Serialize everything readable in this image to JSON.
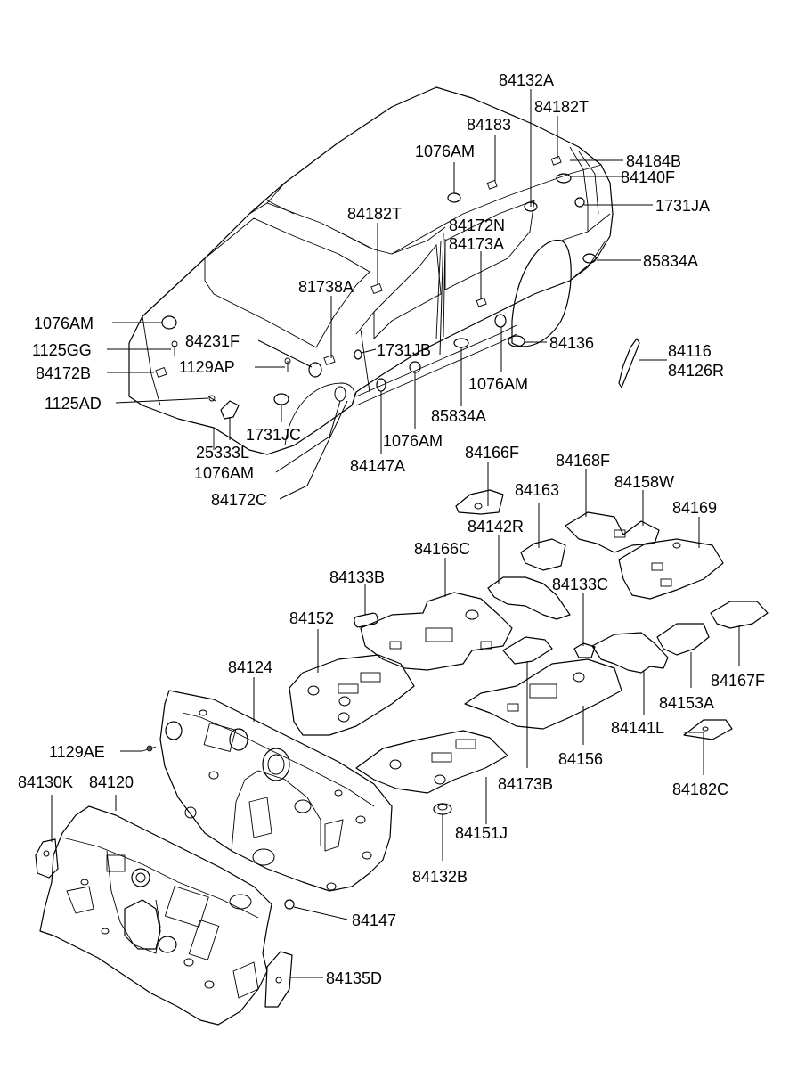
{
  "callouts": {
    "c84132A": "84132A",
    "c84182T_top": "84182T",
    "c84183": "84183",
    "c1076AM_top": "1076AM",
    "c84184B": "84184B",
    "c84140F": "84140F",
    "c1731JA": "1731JA",
    "c84182T_mid": "84182T",
    "c84172N": "84172N",
    "c84173A": "84173A",
    "c85834A_right": "85834A",
    "c81738A": "81738A",
    "c1076AM_left": "1076AM",
    "c1125GG": "1125GG",
    "c84231F": "84231F",
    "c1731JB": "1731JB",
    "c84136": "84136",
    "c84116": "84116",
    "c84126R": "84126R",
    "c84172B": "84172B",
    "c1129AP": "1129AP",
    "c1076AM_sill": "1076AM",
    "c1125AD": "1125AD",
    "c85834A_sill": "85834A",
    "c1731JC": "1731JC",
    "c25333L": "25333L",
    "c1076AM_mid": "1076AM",
    "c84147A": "84147A",
    "c1076AM_low": "1076AM",
    "c84172C": "84172C",
    "c84166F": "84166F",
    "c84168F": "84168F",
    "c84158W": "84158W",
    "c84163": "84163",
    "c84169": "84169",
    "c84142R": "84142R",
    "c84166C": "84166C",
    "c84133B": "84133B",
    "c84133C": "84133C",
    "c84152": "84152",
    "c84124": "84124",
    "c84167F": "84167F",
    "c84153A": "84153A",
    "c84141L": "84141L",
    "c84156": "84156",
    "c1129AE": "1129AE",
    "c84173B": "84173B",
    "c84182C": "84182C",
    "c84130K": "84130K",
    "c84120": "84120",
    "c84151J": "84151J",
    "c84132B": "84132B",
    "c84147": "84147",
    "c84135D": "84135D"
  }
}
